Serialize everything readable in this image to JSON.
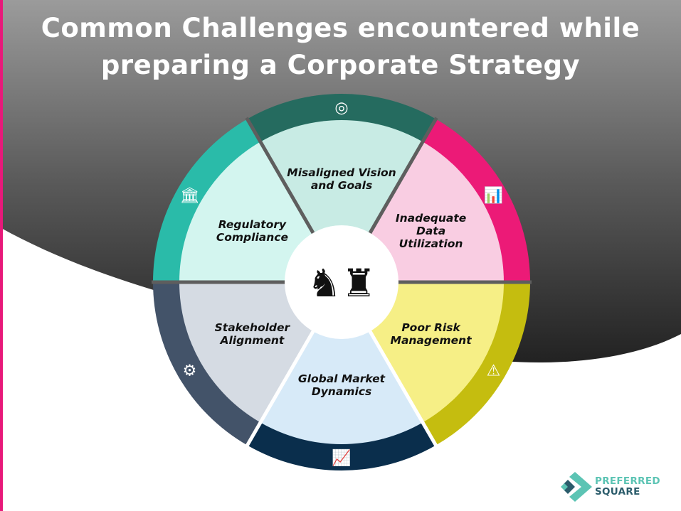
{
  "title": {
    "line1": "Common Challenges encountered while",
    "line2": "preparing a Corporate Strategy"
  },
  "center_icon": "chess-knight-rook-icon",
  "segments": [
    {
      "label_lines": [
        "Inadequate",
        "Data",
        "Utilization"
      ],
      "icon": "bar-chart-icon",
      "outer": "#ec1a77",
      "inner": "#f9cde2"
    },
    {
      "label_lines": [
        "Misaligned Vision",
        "and Goals"
      ],
      "icon": "target-icon",
      "outer": "#256b5f",
      "inner": "#c8ebe4"
    },
    {
      "label_lines": [
        "Regulatory",
        "Compliance"
      ],
      "icon": "bank-building-icon",
      "outer": "#2abba9",
      "inner": "#d3f5ef"
    },
    {
      "label_lines": [
        "Stakeholder",
        "Alignment"
      ],
      "icon": "people-handshake-icon",
      "outer": "#435369",
      "inner": "#d5dbe3"
    },
    {
      "label_lines": [
        "Global Market",
        "Dynamics"
      ],
      "icon": "growth-chart-icon",
      "outer": "#0a2e4c",
      "inner": "#d7eaf8"
    },
    {
      "label_lines": [
        "Poor Risk",
        "Management"
      ],
      "icon": "warning-icon",
      "outer": "#c5bd0f",
      "inner": "#f6ef86"
    }
  ],
  "logo": {
    "line1": "PREFERRED",
    "line2": "SQUARE",
    "color1": "#5cc4b4",
    "color2": "#2b5c6b"
  }
}
